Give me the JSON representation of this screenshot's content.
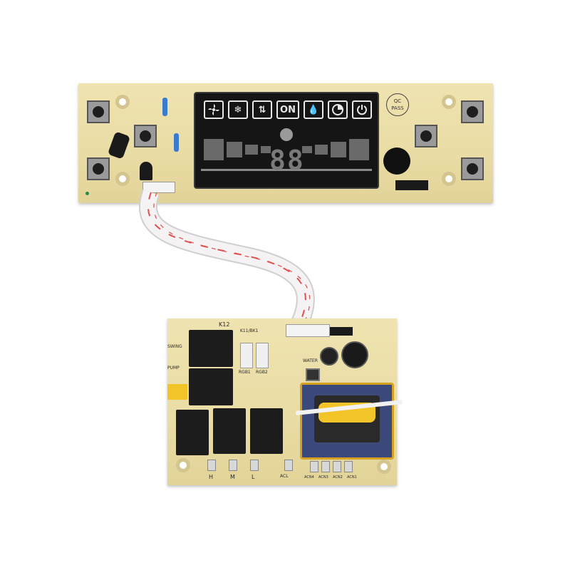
{
  "display_panel": {
    "lcd_icons": [
      "fan-icon",
      "snowflake-icon",
      "swing-icon",
      "ON",
      "humidity-icon",
      "timer-icon",
      "power-icon"
    ],
    "digits": "88",
    "qc_label": "QC",
    "pass_label": "PASS"
  },
  "power_board": {
    "labels": {
      "k12": "K12",
      "kitbk": "K11/BK1",
      "pump": "PUMP",
      "swing": "SWING",
      "water": "WATER",
      "rgb1": "RGB1",
      "rgb2": "RGB2",
      "h": "H",
      "m": "M",
      "l": "L",
      "acl": "ACL",
      "acn4": "ACN4",
      "acn3": "ACN3",
      "acn2": "ACN2",
      "acn1": "ACN1"
    }
  },
  "colors": {
    "pcb": "#e9dca4",
    "lcd": "#151515",
    "relay": "#1c1c1c",
    "transformer": "#3b4a7a",
    "transformer_tape": "#f2c428",
    "ribbon": "#f4f2f2",
    "ribbon_stripe": "#e05050"
  }
}
